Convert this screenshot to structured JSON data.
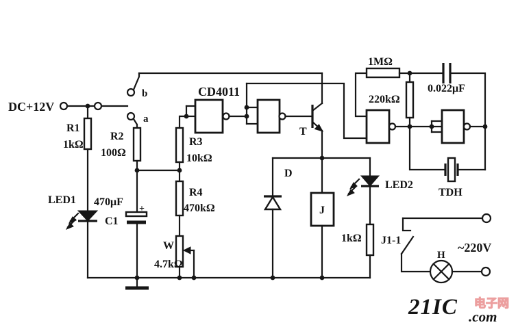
{
  "power": {
    "dc": "DC+12V",
    "ac": "~220V"
  },
  "switch": {
    "b": "b",
    "a": "a"
  },
  "components": {
    "r1": {
      "name": "R1",
      "value": "1kΩ"
    },
    "r2": {
      "name": "R2",
      "value": "100Ω"
    },
    "r3": {
      "name": "R3",
      "value": "10kΩ"
    },
    "r4": {
      "name": "R4",
      "value": "470kΩ"
    },
    "w": {
      "name": "W",
      "value": "4.7kΩ"
    },
    "c1": {
      "name": "C1",
      "value": "470μF",
      "polarity": "+"
    },
    "led1": {
      "name": "LED1"
    },
    "led2": {
      "name": "LED2"
    },
    "ic": {
      "name": "CD4011"
    },
    "transistor": {
      "name": "T"
    },
    "diode": {
      "name": "D"
    },
    "relay": {
      "name": "J"
    },
    "r5": {
      "value": "1kΩ"
    },
    "contact": {
      "name": "J1-1"
    },
    "r6": {
      "value": "1MΩ"
    },
    "r7": {
      "value": "220kΩ"
    },
    "c2": {
      "value": "0.022μF"
    },
    "buzzer": {
      "name": "TDH"
    },
    "lamp": {
      "name": "H"
    }
  },
  "watermark": {
    "brand": "21IC",
    "domain": ".com",
    "site": "电子网",
    "color": "#ec9f9f"
  }
}
